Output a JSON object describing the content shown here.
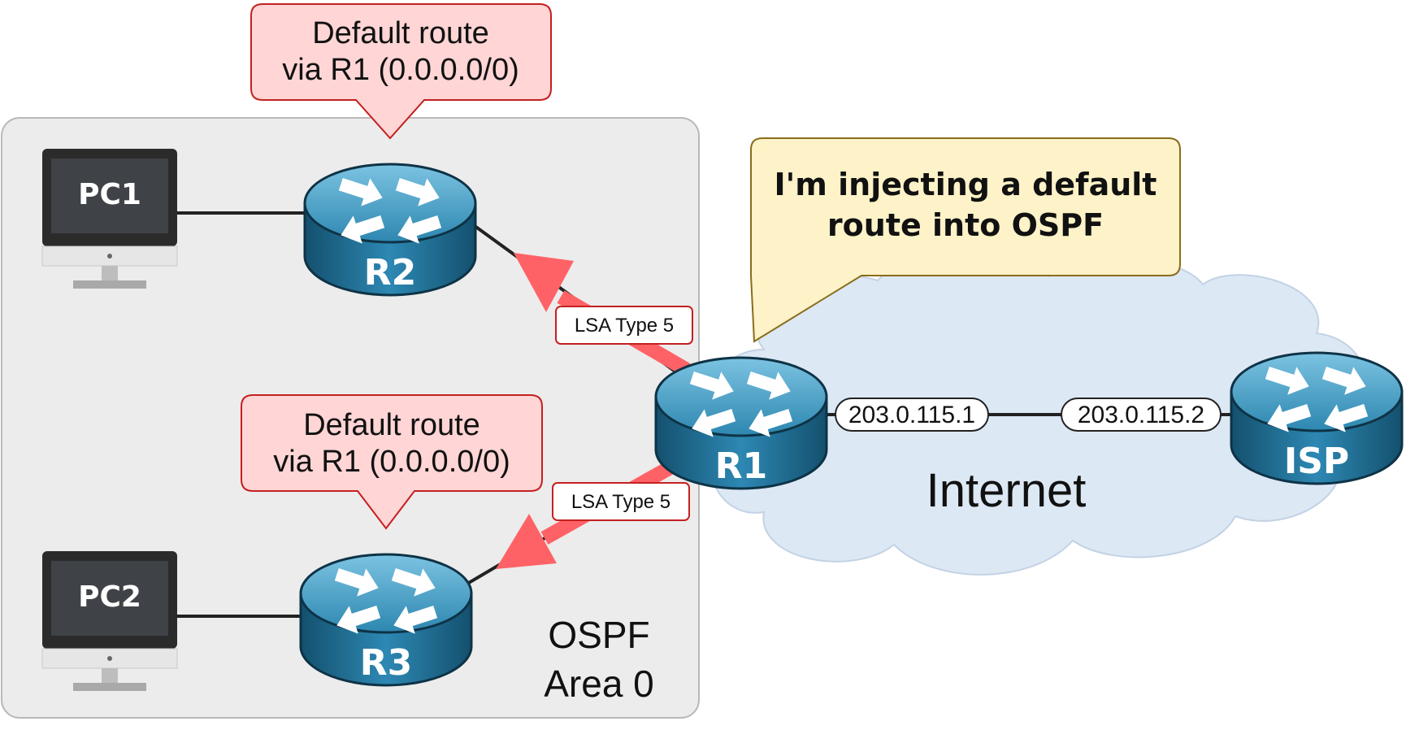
{
  "area": {
    "label_line1": "OSPF",
    "label_line2": "Area 0"
  },
  "cloud": {
    "label": "Internet"
  },
  "pcs": {
    "pc1": "PC1",
    "pc2": "PC2"
  },
  "routers": {
    "r1": "R1",
    "r2": "R2",
    "r3": "R3",
    "isp": "ISP"
  },
  "links": {
    "r1_ip": "203.0.115.1",
    "isp_ip": "203.0.115.2"
  },
  "lsa": {
    "upper": "LSA Type 5",
    "lower": "LSA Type 5"
  },
  "callouts": {
    "r2_line1": "Default route",
    "r2_line2": "via R1 (0.0.0.0/0)",
    "r3_line1": "Default route",
    "r3_line2": "via R1 (0.0.0.0/0)",
    "r1_line1": "I'm injecting a default",
    "r1_line2": "route into OSPF"
  },
  "colors": {
    "area_fill": "#ececec",
    "cloud_fill": "#dde8f5",
    "router": "#2f7fa4",
    "lsa_arrow": "#ff6266",
    "callout_pink": "#ffd5d5",
    "callout_yellow": "#fdf2c8"
  }
}
